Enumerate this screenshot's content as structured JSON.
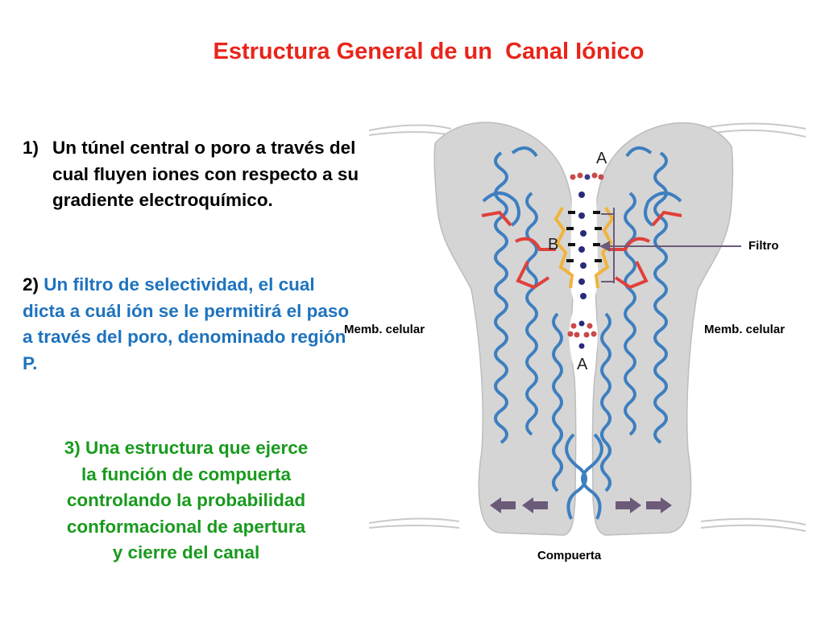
{
  "title": "Estructura General de un  Canal Iónico",
  "points": {
    "p1_num": "1)",
    "p1_text": "Un túnel central o poro a través del cual fluyen iones con respecto a su gradiente electroquímico.",
    "p2_num": "2)",
    "p2_text": "Un filtro de selectividad, el cual dicta a cuál ión se le permitirá el paso a través del poro, denominado región P.",
    "p3_text": "3) Una estructura que ejerce\nla función de compuerta\ncontrolando la probabilidad\nconformacional de   apertura\ny cierre del canal"
  },
  "diagram": {
    "label_filtro": "Filtro",
    "label_memb_left": "Memb. celular",
    "label_memb_right": "Memb. celular",
    "label_compuerta": "Compuerta",
    "region_a_top": "A",
    "region_b": "B",
    "region_a_bottom": "A"
  },
  "colors": {
    "title": "#e8251b",
    "point1": "#000000",
    "point2": "#1e73be",
    "point3": "#199a1e",
    "protein_fill": "#d4d4d4",
    "helix": "#3f7fbf",
    "filter_red": "#e0403a",
    "filter_gold": "#f0b43c",
    "arrow": "#6b5a78"
  }
}
